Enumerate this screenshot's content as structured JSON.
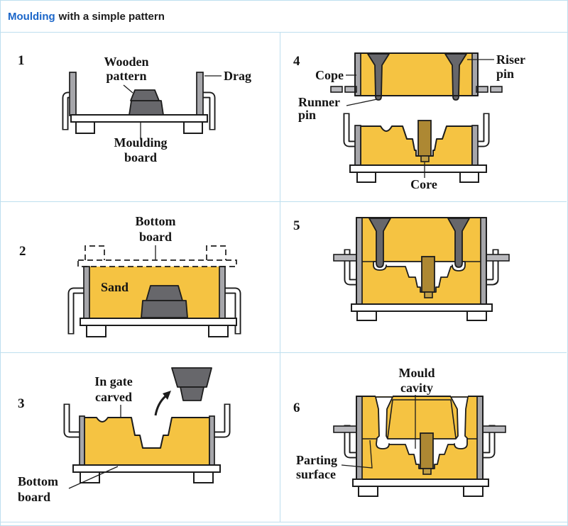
{
  "title": {
    "link_text": "Moulding",
    "rest_text": "with a simple pattern"
  },
  "colors": {
    "sand_yellow": "#F5C342",
    "pattern_gray": "#67676B",
    "wall_gray": "#A6A6AA",
    "core_brown": "#AD8833",
    "core_foot": "#C2A047",
    "outline_black": "#1c1c1c",
    "table_border_blue": "#BEDFEF",
    "title_link_blue": "#1B66C9"
  },
  "panels": {
    "p1": {
      "number": "1",
      "labels": {
        "wooden_pattern": [
          "Wooden",
          "pattern"
        ],
        "drag": "Drag",
        "moulding_board": [
          "Moulding",
          "board"
        ]
      }
    },
    "p2": {
      "number": "2",
      "labels": {
        "bottom_board": [
          "Bottom",
          "board"
        ],
        "sand": "Sand"
      }
    },
    "p3": {
      "number": "3",
      "labels": {
        "in_gate_carved": [
          "In gate",
          "carved"
        ],
        "bottom_board": [
          "Bottom",
          "board"
        ]
      }
    },
    "p4": {
      "number": "4",
      "labels": {
        "cope": "Cope",
        "riser_pin": [
          "Riser",
          "pin"
        ],
        "runner_pin": [
          "Runner",
          "pin"
        ],
        "core": "Core"
      }
    },
    "p5": {
      "number": "5",
      "labels": {}
    },
    "p6": {
      "number": "6",
      "labels": {
        "mould_cavity": [
          "Mould",
          "cavity"
        ],
        "parting_surface": [
          "Parting",
          "surface"
        ]
      }
    }
  }
}
